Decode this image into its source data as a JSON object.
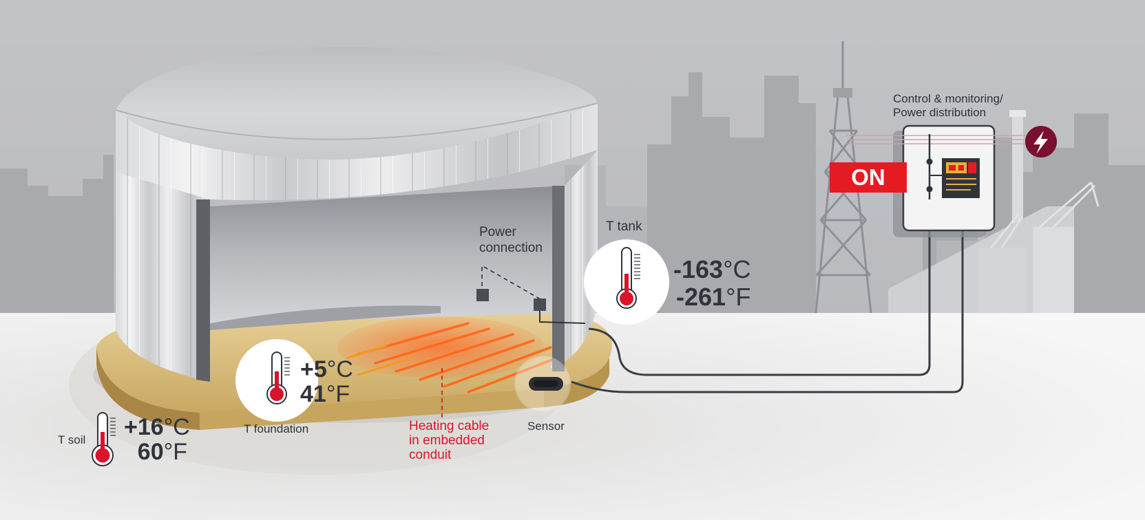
{
  "labels": {
    "control": [
      "Control & monitoring/",
      "Power distribution"
    ],
    "on_badge": "ON",
    "t_tank": "T tank",
    "power_connection": [
      "Power",
      "connection"
    ],
    "t_foundation": "T foundation",
    "heating_cable": [
      "Heating cable",
      "in embedded",
      "conduit"
    ],
    "sensor": "Sensor",
    "t_soil": "T soil"
  },
  "temperatures": {
    "tank": {
      "celsius": "-163",
      "fahrenheit": "-261"
    },
    "foundation": {
      "celsius": "+5",
      "fahrenheit": "41"
    },
    "soil": {
      "celsius": "+16",
      "fahrenheit": "60"
    }
  },
  "units": {
    "celsius": "°C",
    "fahrenheit": "°F"
  },
  "icons": [
    "thermometer-icon",
    "lightning-bolt-icon"
  ],
  "colors": {
    "accent_red": "#e51b24",
    "heating": "#ff5a1f",
    "dark": "#2f3238",
    "sky": "#c2c3c7",
    "ground": "#ededee"
  }
}
